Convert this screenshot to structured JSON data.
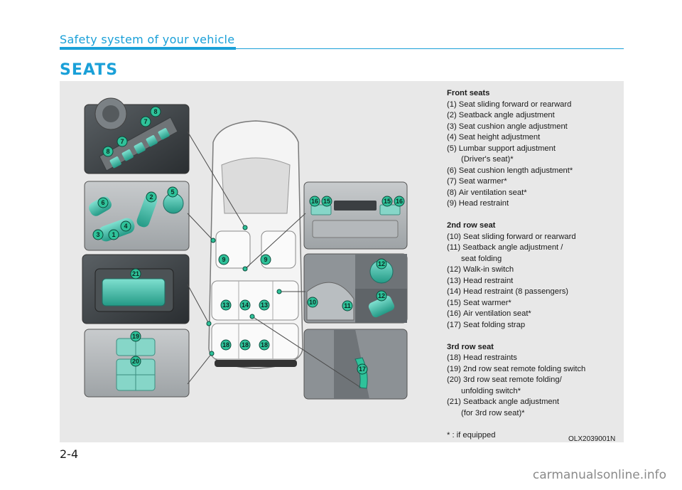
{
  "header": {
    "section": "Safety system of your vehicle",
    "title": "SEATS"
  },
  "legend": {
    "front_title": "Front seats",
    "front": [
      {
        "num": "(1) ",
        "text": "Seat sliding forward or rearward"
      },
      {
        "num": "(2) ",
        "text": "Seatback angle adjustment"
      },
      {
        "num": "(3) ",
        "text": "Seat cushion angle adjustment"
      },
      {
        "num": "(4) ",
        "text": "Seat height adjustment"
      },
      {
        "num": "(5) ",
        "text": "Lumbar support adjustment",
        "cont": "(Driver's seat)*"
      },
      {
        "num": "(6) ",
        "text": "Seat cushion length adjustment*"
      },
      {
        "num": "(7) ",
        "text": "Seat warmer*"
      },
      {
        "num": "(8) ",
        "text": "Air ventilation seat*"
      },
      {
        "num": "(9) ",
        "text": "Head restraint"
      }
    ],
    "second_title": "2nd row seat",
    "second": [
      {
        "num": "(10) ",
        "text": "Seat sliding forward or rearward"
      },
      {
        "num": "(11) ",
        "text": "Seatback angle adjustment /",
        "cont": "seat folding"
      },
      {
        "num": "(12) ",
        "text": "Walk-in switch"
      },
      {
        "num": "(13) ",
        "text": "Head restraint"
      },
      {
        "num": "(14) ",
        "text": "Head restraint (8 passengers)"
      },
      {
        "num": "(15) ",
        "text": "Seat warmer*"
      },
      {
        "num": "(16) ",
        "text": "Air ventilation seat*"
      },
      {
        "num": "(17) ",
        "text": "Seat folding strap"
      }
    ],
    "third_title": "3rd row seat",
    "third": [
      {
        "num": "(18) ",
        "text": "Head restraints"
      },
      {
        "num": "(19) ",
        "text": "2nd row seat remote folding switch"
      },
      {
        "num": "(20) ",
        "text": "3rd row seat remote folding/",
        "cont": "unfolding switch*"
      },
      {
        "num": "(21) ",
        "text": "Seatback angle adjustment",
        "cont": "(for 3rd row seat)*"
      }
    ],
    "footnote": "* : if equipped"
  },
  "figure_code": "OLX2039001N",
  "page_number": "2-4",
  "watermark": "carmanualsonline.info",
  "callouts": {
    "c1": "1",
    "c2": "2",
    "c3": "3",
    "c4": "4",
    "c5": "5",
    "c6": "6",
    "c7": "7",
    "c8": "8",
    "c9": "9",
    "c10": "10",
    "c11": "11",
    "c12": "12",
    "c13": "13",
    "c14": "14",
    "c15": "15",
    "c16": "16",
    "c17": "17",
    "c18": "18",
    "c19": "19",
    "c20": "20",
    "c21": "21"
  },
  "colors": {
    "accent": "#1aa0d8",
    "callout": "#2fc29a",
    "panel": "#e8e8e8"
  }
}
